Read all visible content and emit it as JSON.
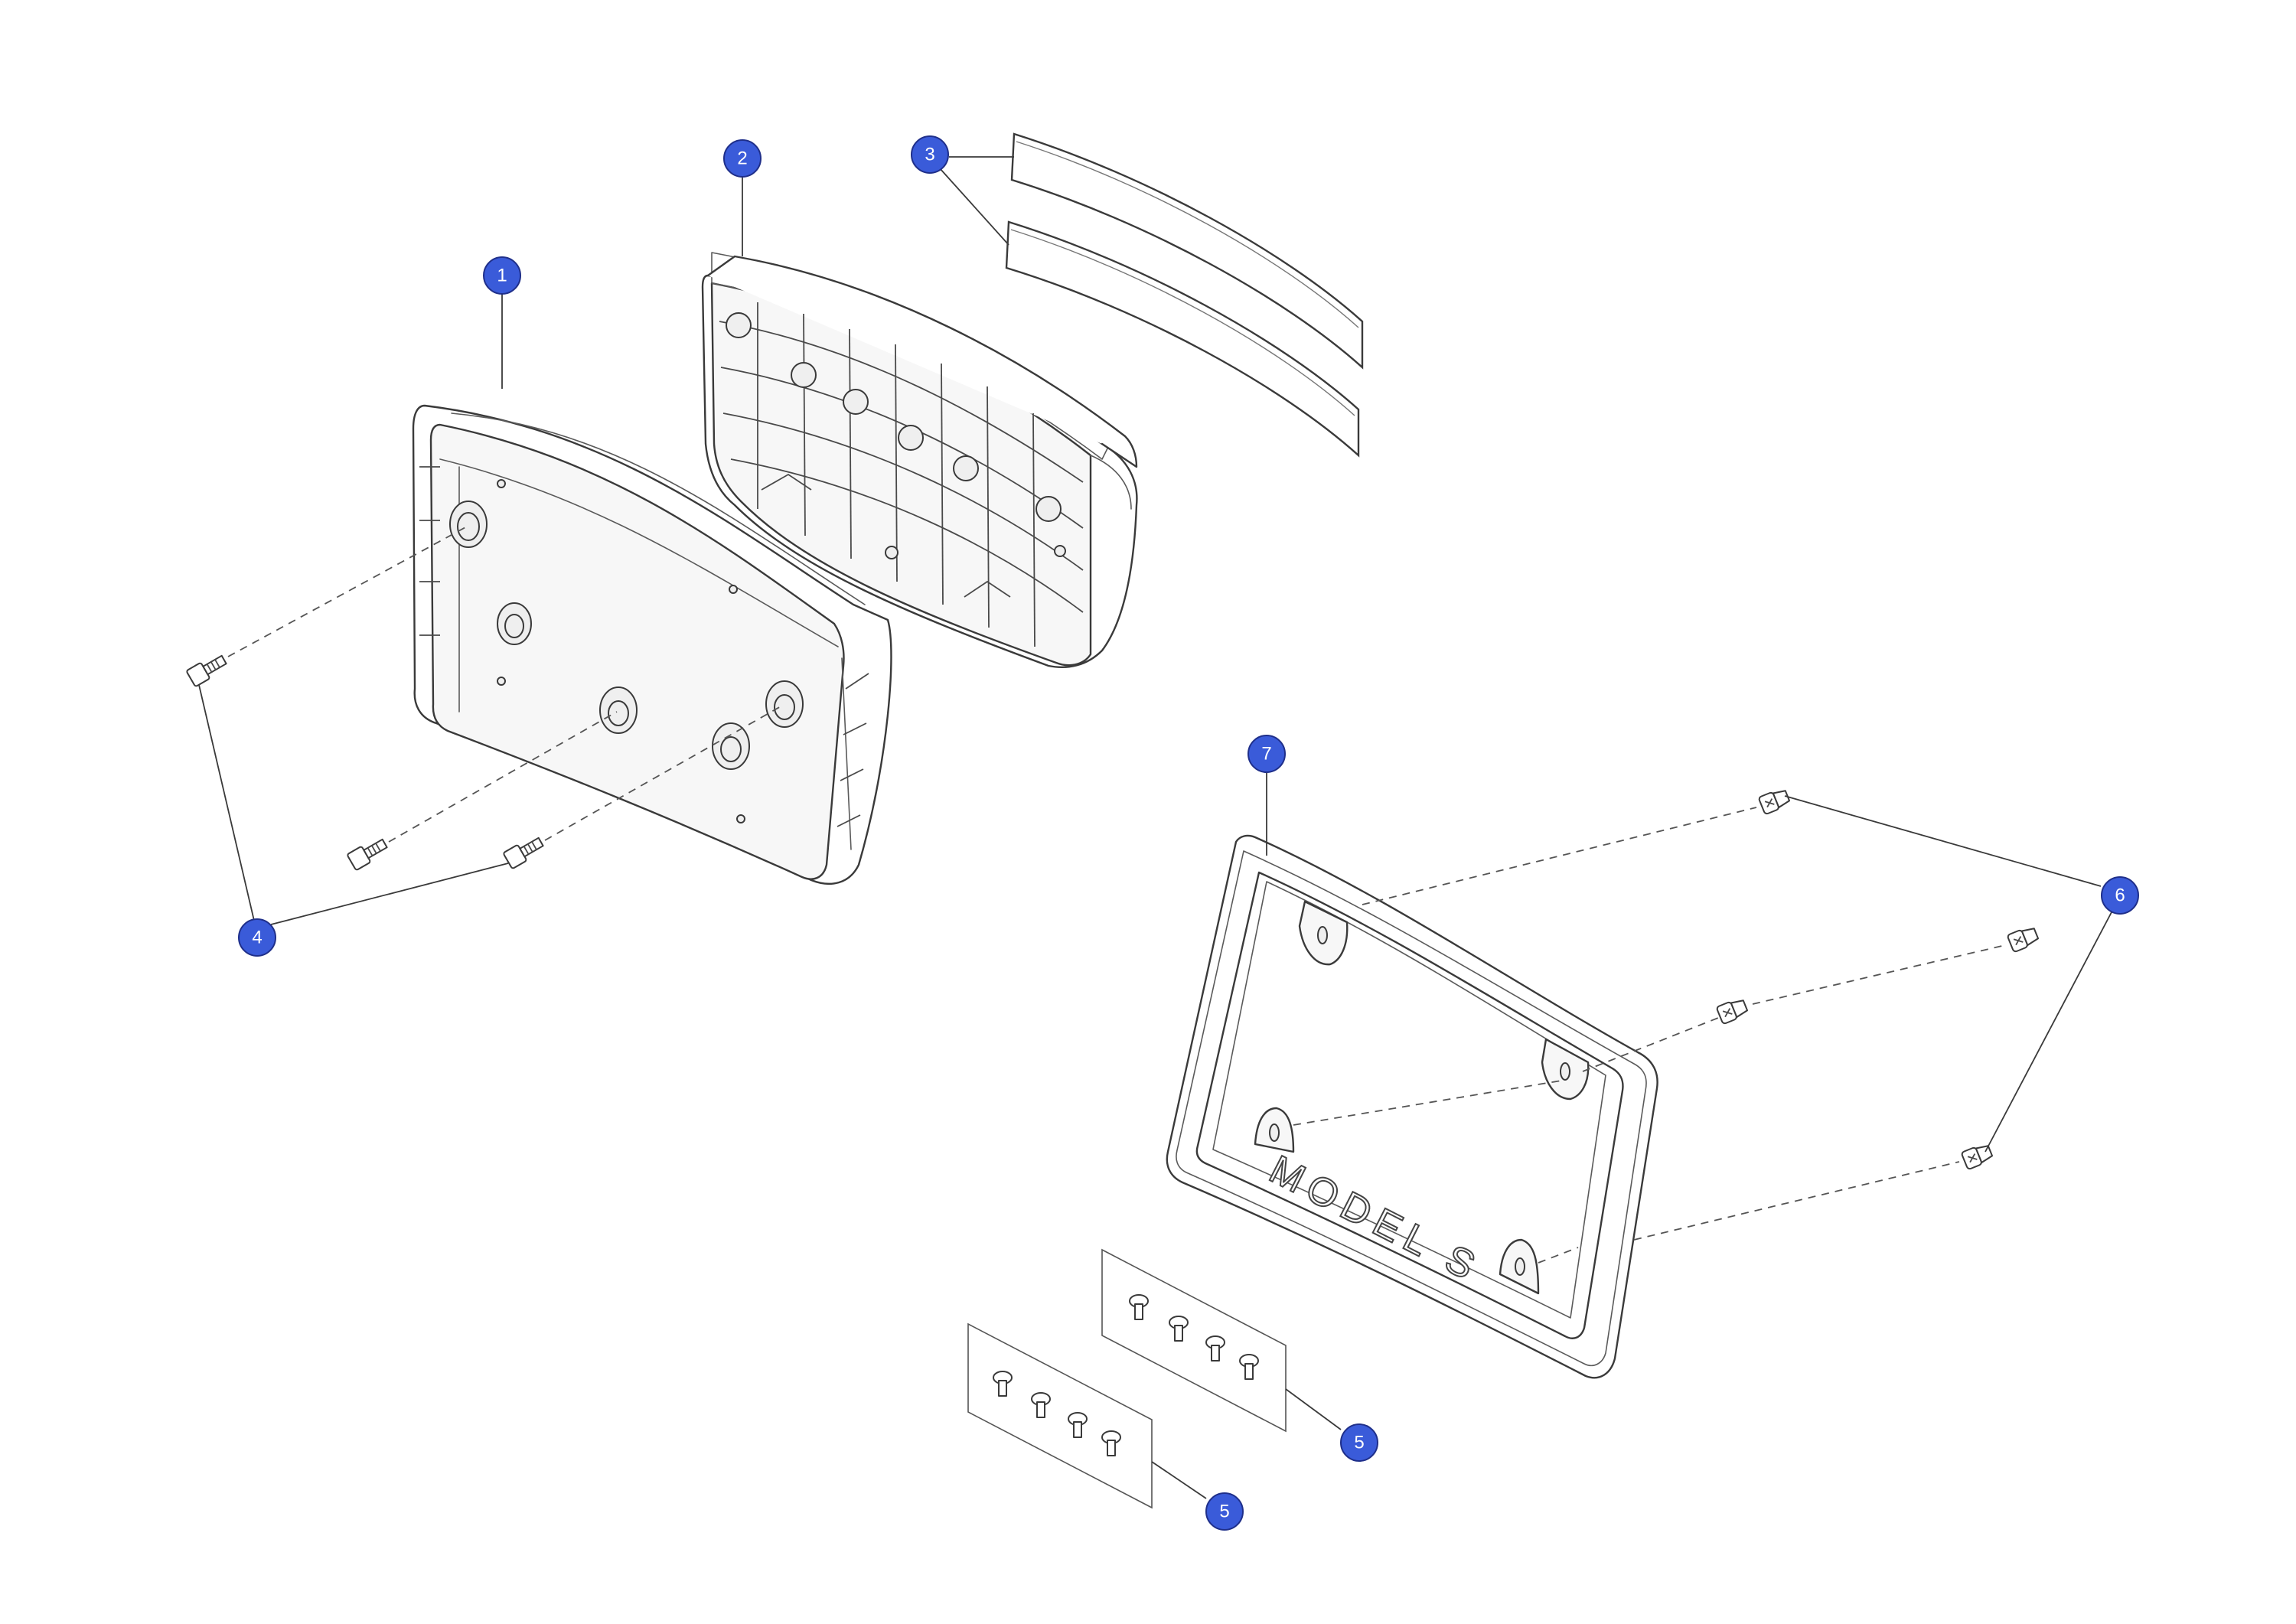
{
  "colors": {
    "callout_fill": "#3a5bd9",
    "line": "#3a3a3a",
    "background": "#ffffff"
  },
  "callouts": {
    "c1": "1",
    "c2": "2",
    "c3": "3",
    "c4": "4",
    "c5a": "5",
    "c5b": "5",
    "c6": "6",
    "c7": "7"
  },
  "frame": {
    "emblem_text": "MODEL S"
  }
}
